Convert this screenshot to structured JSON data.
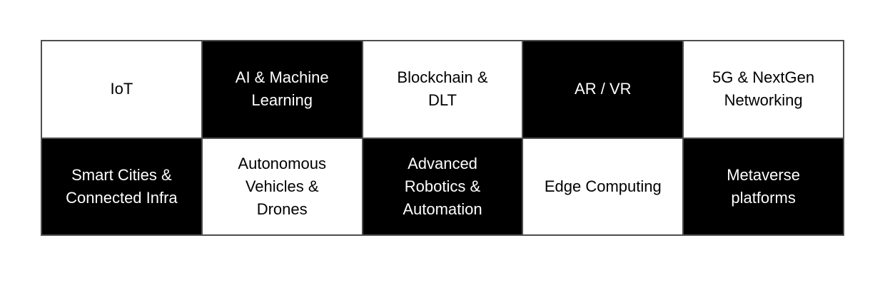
{
  "page": {
    "background_color": "#ffffff"
  },
  "grid": {
    "border_color": "#4e4e4e",
    "cell_colors": {
      "light_bg": "#ffffff",
      "light_text": "#000000",
      "dark_bg": "#000000",
      "dark_text": "#ffffff"
    },
    "rows": [
      {
        "cells": [
          {
            "label": "IoT",
            "variant": "light"
          },
          {
            "label": "AI & Machine\nLearning",
            "variant": "dark"
          },
          {
            "label": "Blockchain &\nDLT",
            "variant": "light"
          },
          {
            "label": "AR / VR",
            "variant": "dark"
          },
          {
            "label": "5G & NextGen\nNetworking",
            "variant": "light"
          }
        ]
      },
      {
        "cells": [
          {
            "label": "Smart Cities &\nConnected Infra",
            "variant": "dark"
          },
          {
            "label": "Autonomous\nVehicles &\nDrones",
            "variant": "light"
          },
          {
            "label": "Advanced\nRobotics &\nAutomation",
            "variant": "dark"
          },
          {
            "label": "Edge Computing",
            "variant": "light"
          },
          {
            "label": "Metaverse\nplatforms",
            "variant": "dark"
          }
        ]
      }
    ]
  }
}
